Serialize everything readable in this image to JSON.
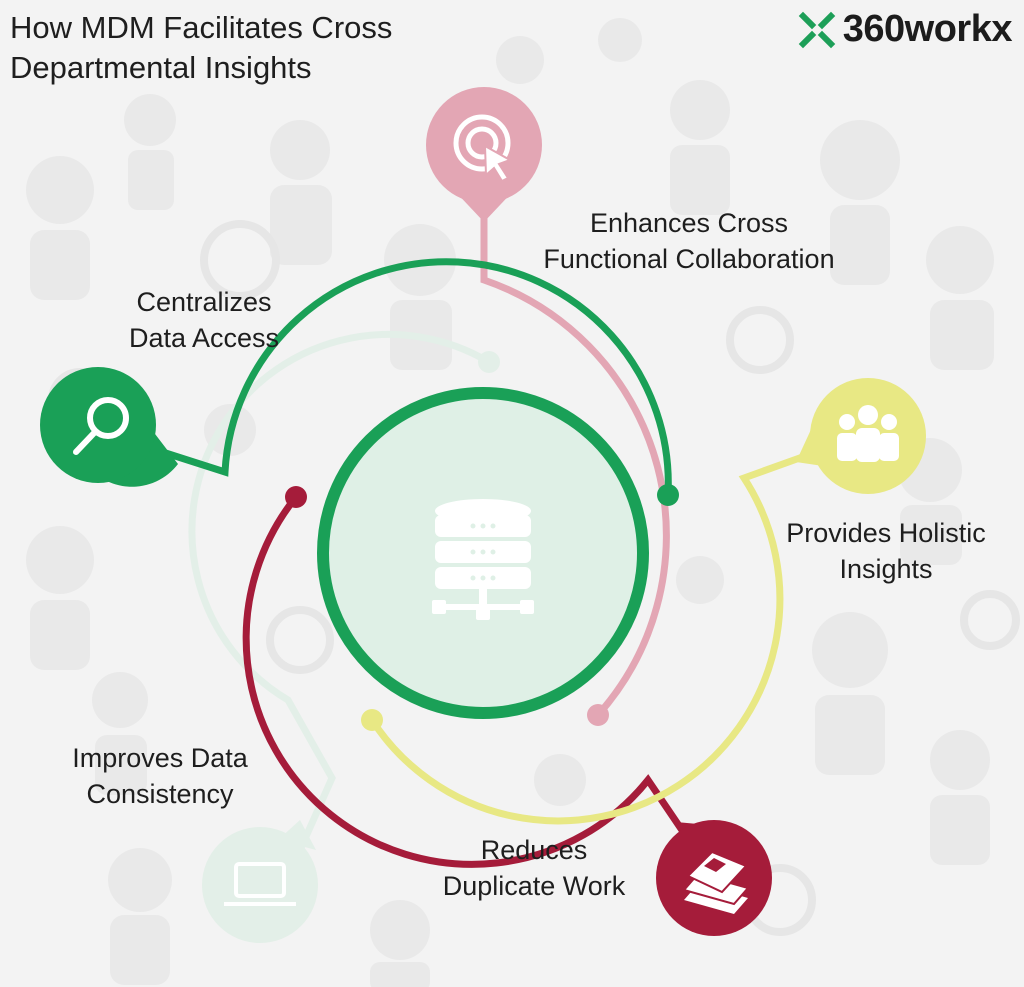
{
  "title": {
    "line1": "How MDM Facilitates Cross",
    "line2": "Departmental Insights"
  },
  "brand": {
    "name": "360workx",
    "icon": "x-logo-icon",
    "color": "#1d9f58"
  },
  "center": {
    "icon": "database-server-icon",
    "ring_color": "#1aa057",
    "fill_color": "#dff0e6"
  },
  "nodes": [
    {
      "id": "centralizes",
      "label_line1": "Centralizes",
      "label_line2": "Data Access",
      "icon": "magnifier-icon",
      "color": "#1aa057"
    },
    {
      "id": "collaboration",
      "label_line1": "Enhances Cross",
      "label_line2": "Functional Collaboration",
      "icon": "target-click-icon",
      "color": "#e3a6b4"
    },
    {
      "id": "holistic",
      "label_line1": "Provides Holistic",
      "label_line2": "Insights",
      "icon": "people-group-icon",
      "color": "#e8e884"
    },
    {
      "id": "duplicate",
      "label_line1": "Reduces",
      "label_line2": "Duplicate Work",
      "icon": "book-stack-icon",
      "color": "#a51c3a"
    },
    {
      "id": "consistency",
      "label_line1": "Improves Data",
      "label_line2": "Consistency",
      "icon": "laptop-icon",
      "color": "#e3efe8"
    }
  ]
}
